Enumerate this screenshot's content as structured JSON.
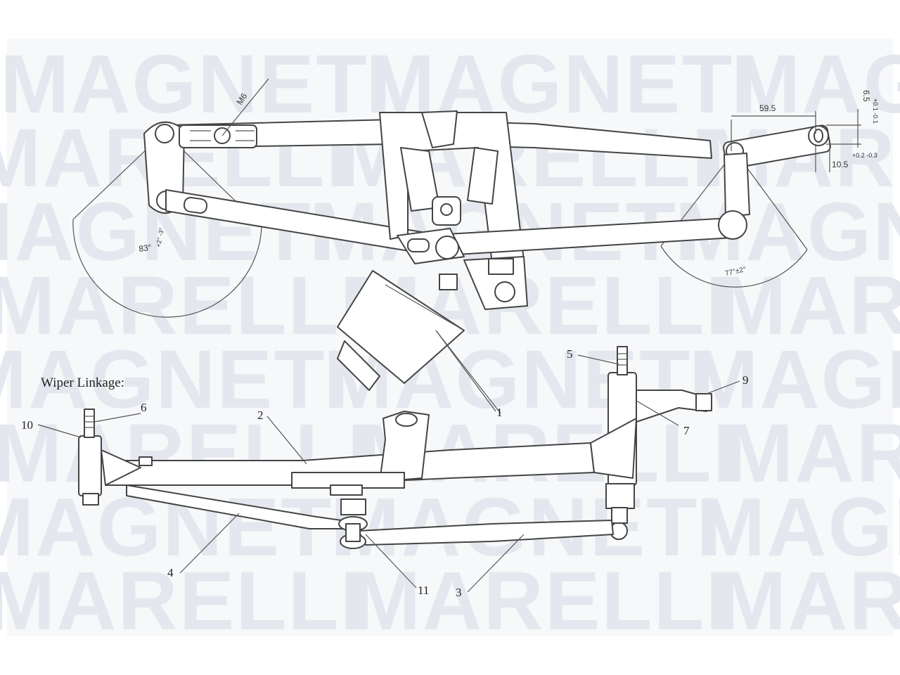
{
  "watermark": {
    "brand_top": "MAGNETI",
    "brand_bottom": "MARELLI"
  },
  "diagram": {
    "title": "Wiper Linkage:",
    "dimensions": {
      "bolt": "M6",
      "width_59": "59.5",
      "d_65": "6.5",
      "d_65_tol": "+0.1 -0.1",
      "d_105": "10.5",
      "d_105_tol": "+0.2 -0.3",
      "angle_left": "83°",
      "angle_left_tol": "+2° -3°",
      "angle_right": "77°±2°"
    },
    "callouts": [
      {
        "id": "c1",
        "text": "1"
      },
      {
        "id": "c2",
        "text": "2"
      },
      {
        "id": "c3",
        "text": "3"
      },
      {
        "id": "c4",
        "text": "4"
      },
      {
        "id": "c5",
        "text": "5"
      },
      {
        "id": "c6",
        "text": "6"
      },
      {
        "id": "c7",
        "text": "7"
      },
      {
        "id": "c9",
        "text": "9"
      },
      {
        "id": "c10",
        "text": "10"
      },
      {
        "id": "c11",
        "text": "11"
      }
    ]
  }
}
